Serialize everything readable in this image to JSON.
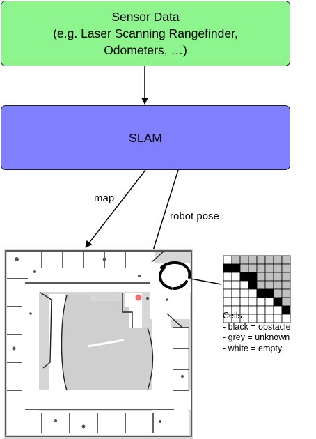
{
  "sensor": {
    "line1": "Sensor Data",
    "line2": "(e.g. Laser Scanning Rangefinder,",
    "line3": "Odometers, …)"
  },
  "slam": {
    "label": "SLAM"
  },
  "edges": {
    "map": "map",
    "robot_pose": "robot pose"
  },
  "legend": {
    "title": "Cells:",
    "black": "- black = obstacle",
    "grey": "- grey = unknown",
    "white": "- white = empty"
  },
  "grid": {
    "rows": [
      "wggggggg",
      "bbgggggg",
      "wwbbgggg",
      "wwwbgggg",
      "wwwwbbgg",
      "wwwwwwbg",
      "wwwwwwwb",
      "wwwwwwww"
    ]
  },
  "colors": {
    "sensor_fill": "#8ef58e",
    "slam_fill": "#8080ff",
    "robot": "#f07070",
    "unknown": "#c0c0c0",
    "obstacle": "#000000",
    "empty": "#ffffff"
  }
}
